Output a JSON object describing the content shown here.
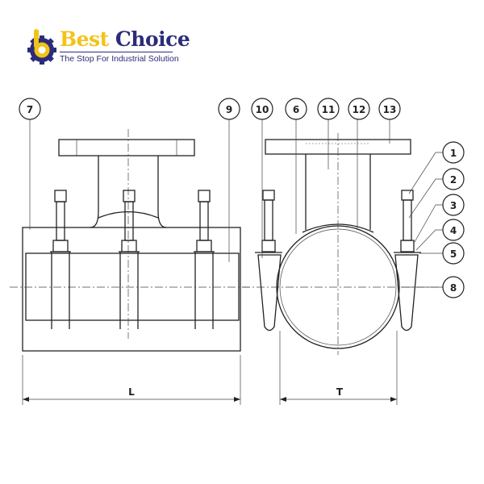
{
  "logo": {
    "brand_part1": "Best",
    "brand_part2": "Choice",
    "tagline": "The Stop For Industrial Solution",
    "colors": {
      "yellow": "#f2c318",
      "navy": "#2c2c7a"
    },
    "icon": "gear-key-icon"
  },
  "drawing": {
    "callouts_left": [
      "7",
      "9"
    ],
    "callouts_top": [
      "10",
      "6",
      "11",
      "12",
      "13"
    ],
    "callouts_right": [
      "1",
      "2",
      "3",
      "4",
      "5",
      "8"
    ],
    "dimension_length": "L",
    "dimension_width": "T"
  }
}
